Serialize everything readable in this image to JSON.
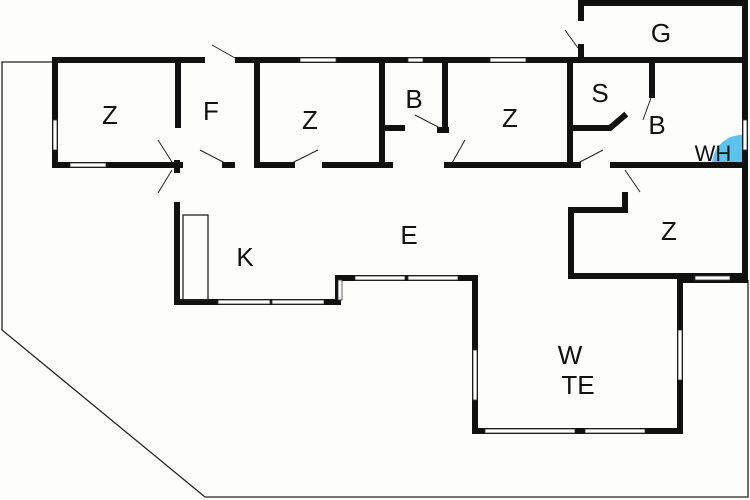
{
  "floorplan": {
    "rooms": {
      "bedroom_1": "Z",
      "hall_f": "F",
      "bedroom_2": "Z",
      "bathroom_1": "B",
      "bedroom_3": "Z",
      "storage": "S",
      "bathroom_2": "B",
      "water_heater": "WH",
      "garage": "G",
      "living": "E",
      "kitchen": "K",
      "bedroom_4": "Z",
      "terrace_w": "W",
      "terrace_te": "TE"
    },
    "colors": {
      "water_heater": "#5bc3ec",
      "walls": "#111111",
      "background": "#fdfdfb"
    }
  }
}
